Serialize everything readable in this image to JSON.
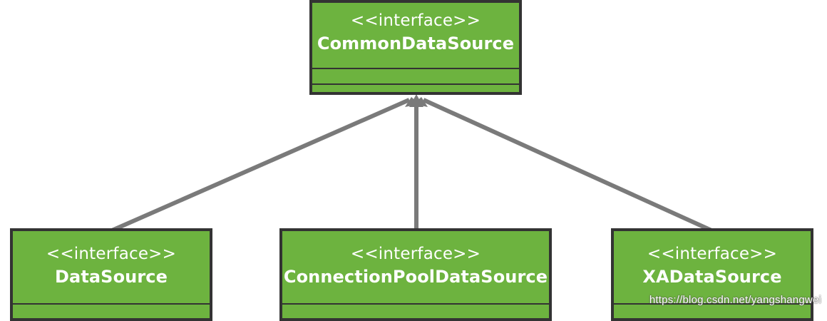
{
  "diagram": {
    "parent": {
      "stereotype": "<<interface>>",
      "name": "CommonDataSource"
    },
    "children": [
      {
        "stereotype": "<<interface>>",
        "name": "DataSource"
      },
      {
        "stereotype": "<<interface>>",
        "name": "ConnectionPoolDataSource"
      },
      {
        "stereotype": "<<interface>>",
        "name": "XADataSource"
      }
    ]
  },
  "watermark": "https://blog.csdn.net/yangshangwei",
  "colors": {
    "box_fill": "#6db33f",
    "box_border": "#333333",
    "arrow": "#7a7a7a",
    "text": "#ffffff"
  }
}
